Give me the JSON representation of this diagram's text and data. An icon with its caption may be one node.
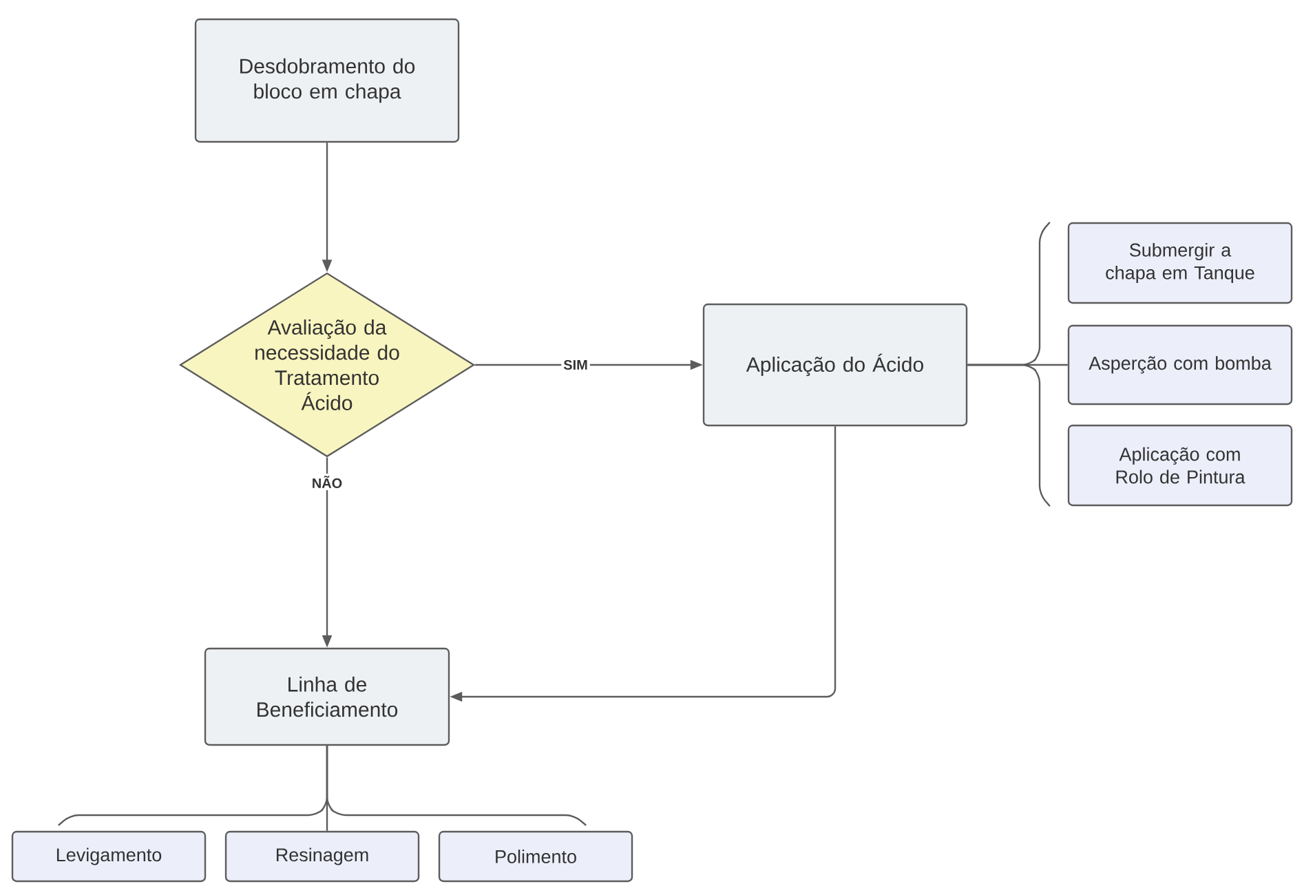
{
  "diagram": {
    "nodes": [
      {
        "text": [
          "Desdobramento do bloco em chapa"
        ]
      },
      {
        "text": [
          "Avaliação da necessidade do Tratamento Ácido"
        ]
      },
      {
        "text": [
          "Aplicação do Ácido"
        ]
      },
      {
        "text": [
          "Submergir a chapa em Tanque"
        ]
      },
      {
        "text": [
          "Asperção com bomba"
        ]
      },
      {
        "text": [
          "Aplicação com Rolo de Pintura"
        ]
      },
      {
        "text": [
          "Linha de Beneficiamento"
        ]
      },
      {
        "text": [
          "Levigamento"
        ]
      },
      {
        "text": [
          "Resinagem"
        ]
      },
      {
        "text": [
          "Polimento"
        ]
      }
    ],
    "edges": [
      {
        "from": 0,
        "to": 1,
        "arrow": "to"
      },
      {
        "from": 1,
        "to": 2,
        "arrow": "to",
        "label": "SIM"
      },
      {
        "from": 1,
        "to": 6,
        "arrow": "to",
        "label": "NÃO"
      },
      {
        "from": 2,
        "to": 6,
        "arrow": "to"
      },
      {
        "from": 2,
        "to": 3,
        "arrow": "none"
      },
      {
        "from": 2,
        "to": 4,
        "arrow": "none"
      },
      {
        "from": 2,
        "to": 5,
        "arrow": "none"
      },
      {
        "from": 6,
        "to": 7,
        "arrow": "none"
      },
      {
        "from": 6,
        "to": 8,
        "arrow": "none"
      },
      {
        "from": 6,
        "to": 9,
        "arrow": "none"
      }
    ]
  }
}
